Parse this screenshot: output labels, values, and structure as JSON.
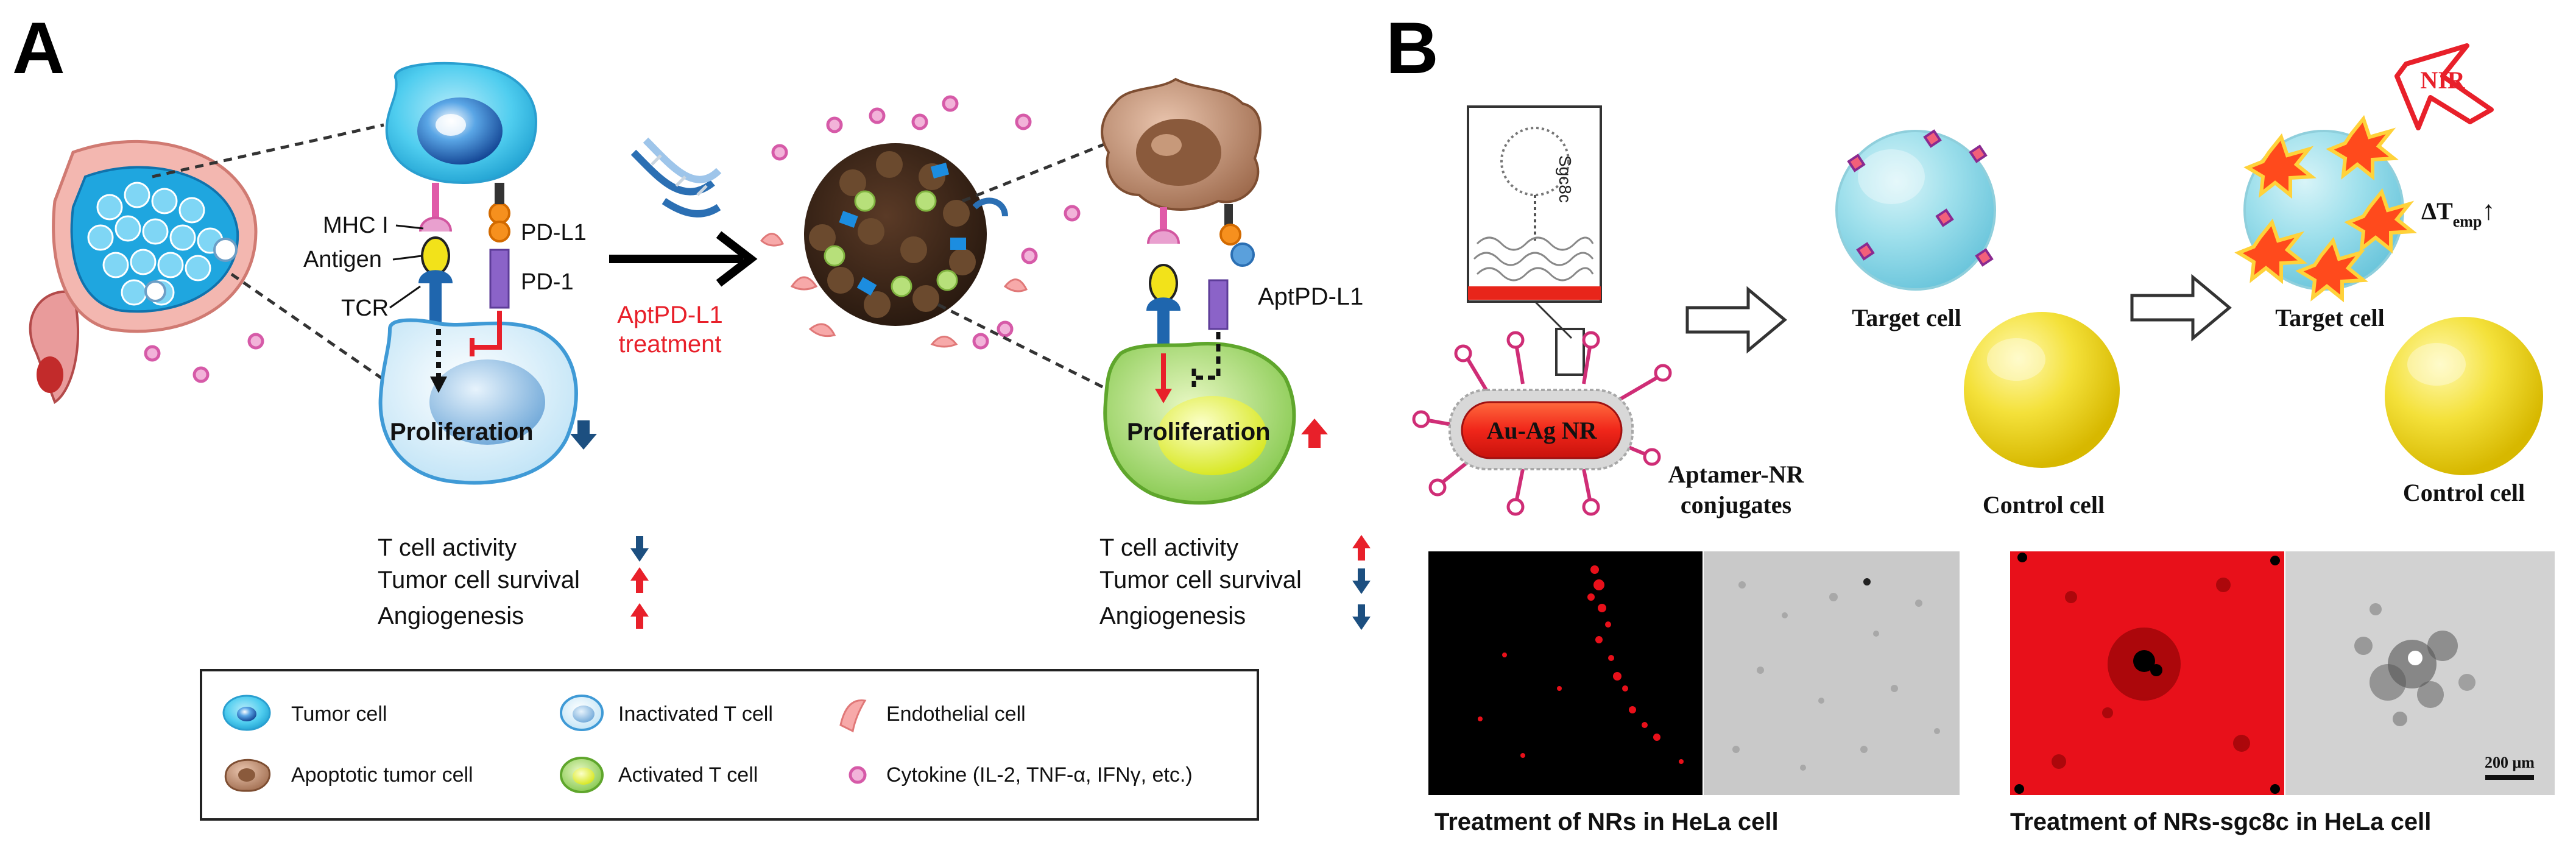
{
  "panel_a": {
    "label": "A",
    "left_labels": {
      "mhc": "MHC I",
      "antigen": "Antigen",
      "tcr": "TCR",
      "pdl1": "PD-L1",
      "pd1": "PD-1"
    },
    "treatment_line1": "AptPD-L1",
    "treatment_line2": "treatment",
    "right_aptamer": "AptPD-L1",
    "proliferation": "Proliferation",
    "left_effects": [
      "T cell activity",
      "Tumor cell survival",
      "Angiogenesis"
    ],
    "left_arrows": [
      "down",
      "up",
      "up"
    ],
    "right_effects": [
      "T cell activity",
      "Tumor cell survival",
      "Angiogenesis"
    ],
    "right_arrows": [
      "up",
      "down",
      "down"
    ],
    "legend": {
      "tumor": "Tumor cell",
      "apoptotic": "Apoptotic tumor cell",
      "inactivated": "Inactivated T cell",
      "activated": "Activated T cell",
      "endothelial": "Endothelial cell",
      "cytokine": "Cytokine (IL-2, TNF-α, IFNγ, etc.)"
    },
    "colors": {
      "tumor": "#2ec0e8",
      "apoptotic": "#b07a5a",
      "tcell": "#c9e6f5",
      "activated": "#8fce4a",
      "red": "#e8202a",
      "navy": "#1c4f80",
      "cytokine": "#d65aa8"
    }
  },
  "panel_b": {
    "label": "B",
    "sgc8c": "Sgc8c",
    "nr": "Au-Ag NR",
    "conjugate_line1": "Aptamer-NR",
    "conjugate_line2": "conjugates",
    "target": "Target cell",
    "control": "Control cell",
    "nir": "NIR",
    "temp_main": "ΔT",
    "temp_sub": "emp",
    "temp_arrow": "↑",
    "scale": "200 μm",
    "caption_left": "Treatment of NRs in HeLa cell",
    "caption_right": "Treatment of NRs-sgc8c in HeLa cell"
  }
}
